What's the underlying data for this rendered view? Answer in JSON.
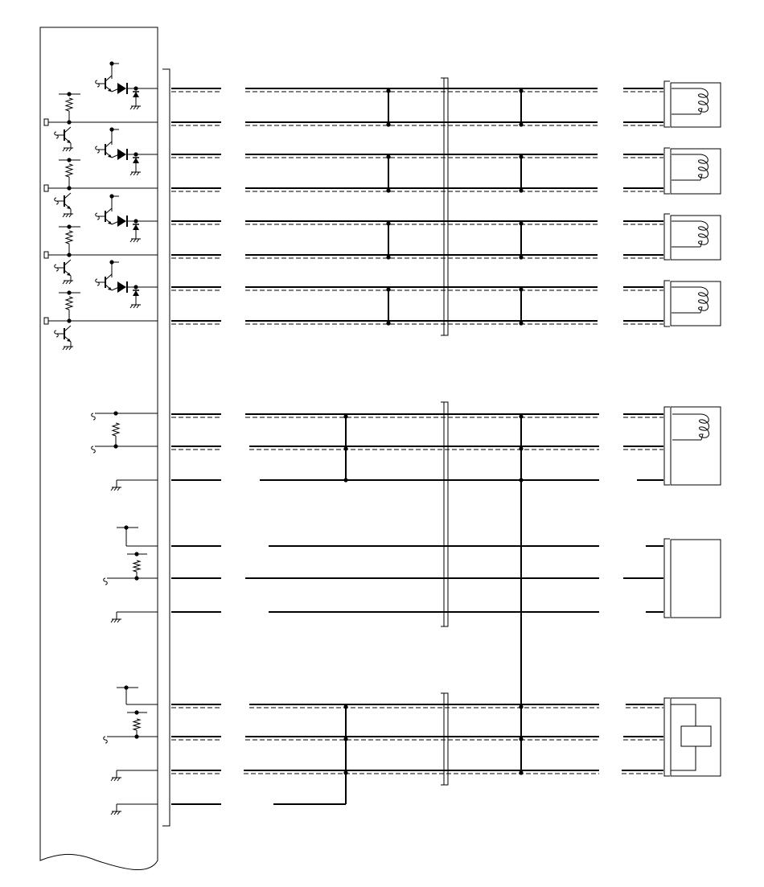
{
  "diagram": {
    "type": "wiring-schematic",
    "stroke": "#000000",
    "background": "#ffffff",
    "modules": {
      "control_unit": {
        "shape": "panel-with-wavy-bottom-edge"
      },
      "connector": {
        "shape": "bracket"
      },
      "splice_bars": {
        "count": 3,
        "shape": "double-line-bracket"
      }
    },
    "line_styles": [
      "solid",
      "dashed-shield"
    ],
    "driver_channels": [
      {
        "id": 1,
        "driver": "transistor-diode-pair",
        "load": "coil"
      },
      {
        "id": 2,
        "driver": "transistor-diode-pair",
        "load": "coil"
      },
      {
        "id": 3,
        "driver": "transistor-diode-pair",
        "load": "coil"
      },
      {
        "id": 4,
        "driver": "transistor-diode-pair",
        "load": "coil"
      }
    ],
    "sensor_groups": [
      {
        "id": "A",
        "pins": 3,
        "load": "coil-sensor"
      },
      {
        "id": "B",
        "pins": 3,
        "load": "box-sensor"
      },
      {
        "id": "C",
        "pins": 4,
        "load": "bridge-sensor"
      }
    ],
    "icons": [
      "transistor-icon",
      "diode-icon",
      "resistor-icon",
      "ground-icon",
      "coil-icon",
      "splice-dot-icon"
    ]
  }
}
